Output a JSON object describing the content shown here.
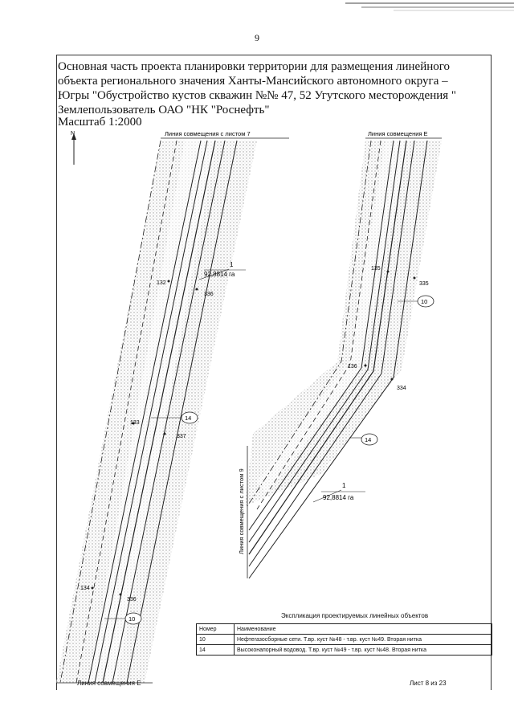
{
  "page_number": "9",
  "title_lines": [
    "Основная часть проекта планировки территории для размещения линейного",
    "объекта регионального значения Ханты-Мансийского автономного округа –",
    "Югры \"Обустройство кустов скважин №№ 47, 52 Угутского месторождения \"",
    "Землепользователь ОАО \"НК \"Роснефть\""
  ],
  "scale": "Масштаб 1:2000",
  "map": {
    "north_label": "N",
    "left": {
      "top_match": "Линия совмещения с листом 7",
      "bottom_match": "Линия совмещения Е",
      "area_id": "1",
      "area_value": "92,8814 га",
      "points": [
        "132",
        "133",
        "134",
        "336",
        "337",
        "336"
      ],
      "object_labels": [
        "14",
        "10"
      ]
    },
    "right": {
      "top_match": "Линия совмещения Е",
      "side_match": "Линия совмещения с листом 9",
      "area_id": "1",
      "area_value": "92,8814 га",
      "points": [
        "135",
        "136",
        "335",
        "334"
      ],
      "object_labels": [
        "10",
        "14"
      ]
    }
  },
  "legend": {
    "title": "Экспликация проектируемых линейных объектов",
    "headers": [
      "Номер",
      "Наименование"
    ],
    "rows": [
      [
        "10",
        "Нефтегазосборные сети. Т.вр. куст №48 - т.вр. куст №49. Вторая нитка"
      ],
      [
        "14",
        "Высоконапорный водовод. Т.вр. куст №49 - т.вр. куст №48. Вторая нитка"
      ]
    ]
  },
  "footer": {
    "left": "Линия совмещения Е",
    "right": "Лист 8 из 23"
  }
}
